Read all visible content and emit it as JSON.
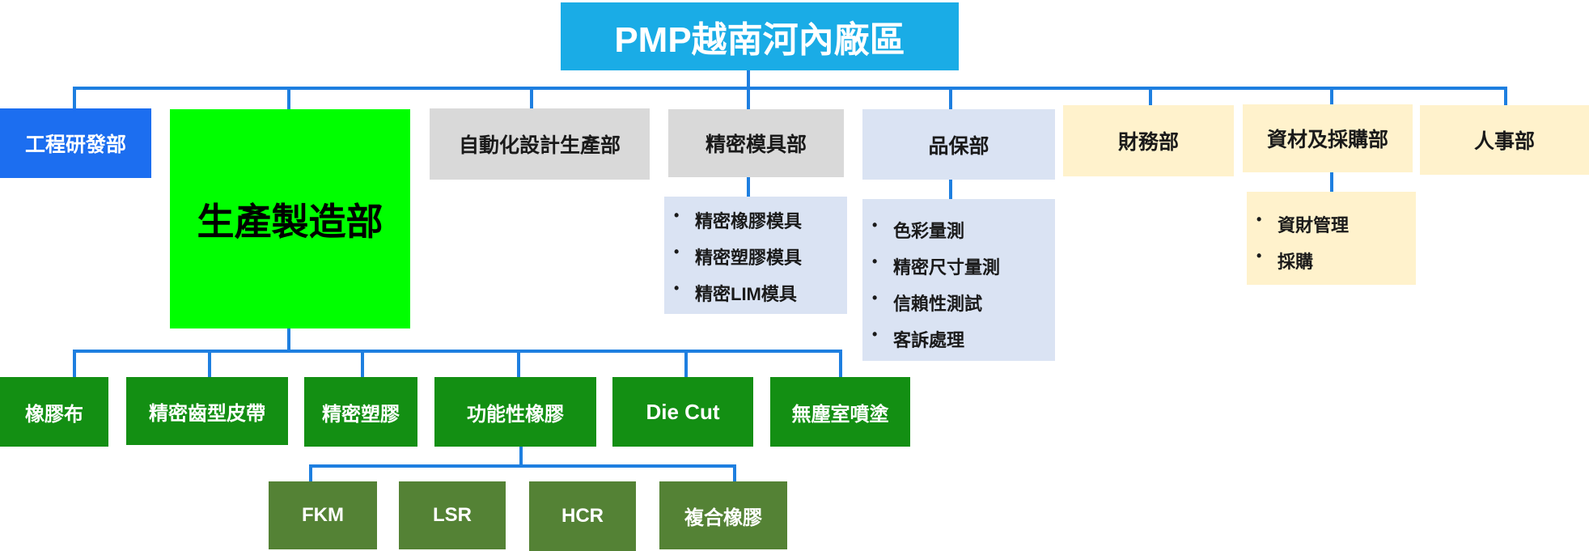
{
  "root": {
    "label": "PMP越南河內廠區"
  },
  "departments": {
    "engineering": "工程研發部",
    "production": "生產製造部",
    "automation": "自動化設計生產部",
    "mold": "精密模具部",
    "qa": "品保部",
    "finance": "財務部",
    "materials": "資材及採購部",
    "hr": "人事部"
  },
  "mold_items": [
    "精密橡膠模具",
    "精密塑膠模具",
    "精密LIM模具"
  ],
  "qa_items": [
    "色彩量測",
    "精密尺寸量測",
    "信賴性測試",
    "客訴處理"
  ],
  "materials_items": [
    "資財管理",
    "採購"
  ],
  "production_units": [
    "橡膠布",
    "精密齒型皮帶",
    "精密塑膠",
    "功能性橡膠",
    "Die Cut",
    "無塵室噴塗"
  ],
  "rubber_units": [
    "FKM",
    "LSR",
    "HCR",
    "複合橡膠"
  ],
  "colors": {
    "connector": "#1e7fe0",
    "root": "#1aace6",
    "engineering": "#1c6ef0",
    "production": "#00ff00",
    "gray": "#d9d9d9",
    "light_blue": "#dae3f3",
    "cream": "#fff2cc",
    "green": "#138f13",
    "olive_green": "#548235"
  }
}
